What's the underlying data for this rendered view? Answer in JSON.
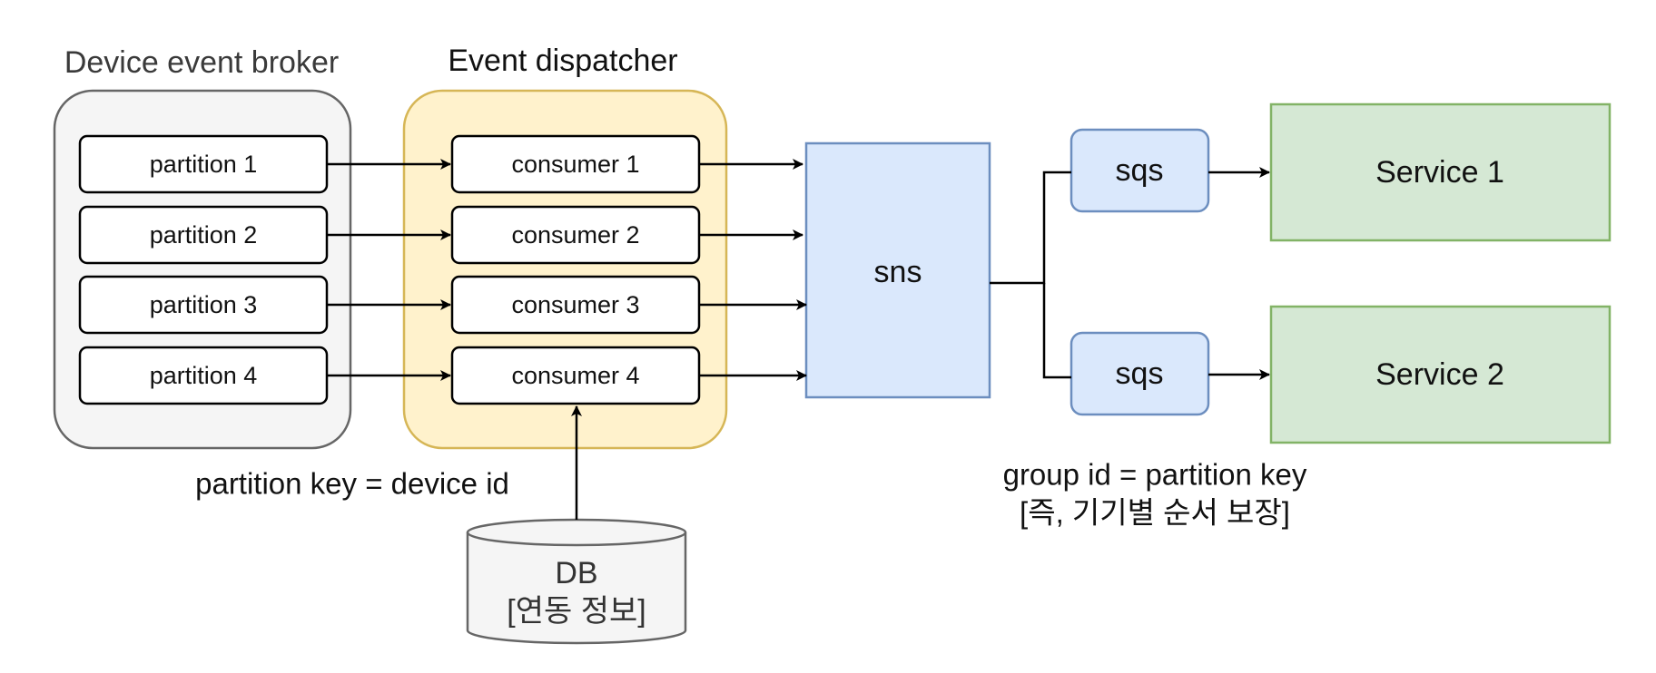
{
  "broker": {
    "title": "Device event broker",
    "partitions": [
      "partition 1",
      "partition 2",
      "partition 3",
      "partition 4"
    ]
  },
  "dispatcher": {
    "title": "Event dispatcher",
    "consumers": [
      "consumer 1",
      "consumer 2",
      "consumer 3",
      "consumer 4"
    ]
  },
  "sns": {
    "label": "sns"
  },
  "queues": [
    {
      "label": "sqs"
    },
    {
      "label": "sqs"
    }
  ],
  "services": [
    {
      "label": "Service 1"
    },
    {
      "label": "Service 2"
    }
  ],
  "db": {
    "line1": "DB",
    "line2": "[연동 정보]"
  },
  "notes": {
    "partition_key": "partition key = device id",
    "group_id_line1": "group id = partition key",
    "group_id_line2": "[즉, 기기별 순서 보장]"
  },
  "colors": {
    "broker_fill": "#f5f5f5",
    "broker_stroke": "#666666",
    "dispatcher_fill": "#fff2cc",
    "dispatcher_stroke": "#d6b656",
    "sns_fill": "#dae8fc",
    "sns_stroke": "#6c8ebf",
    "service_fill": "#d5e8d4",
    "service_stroke": "#82b366",
    "db_fill": "#f5f5f5",
    "db_stroke": "#666666"
  }
}
